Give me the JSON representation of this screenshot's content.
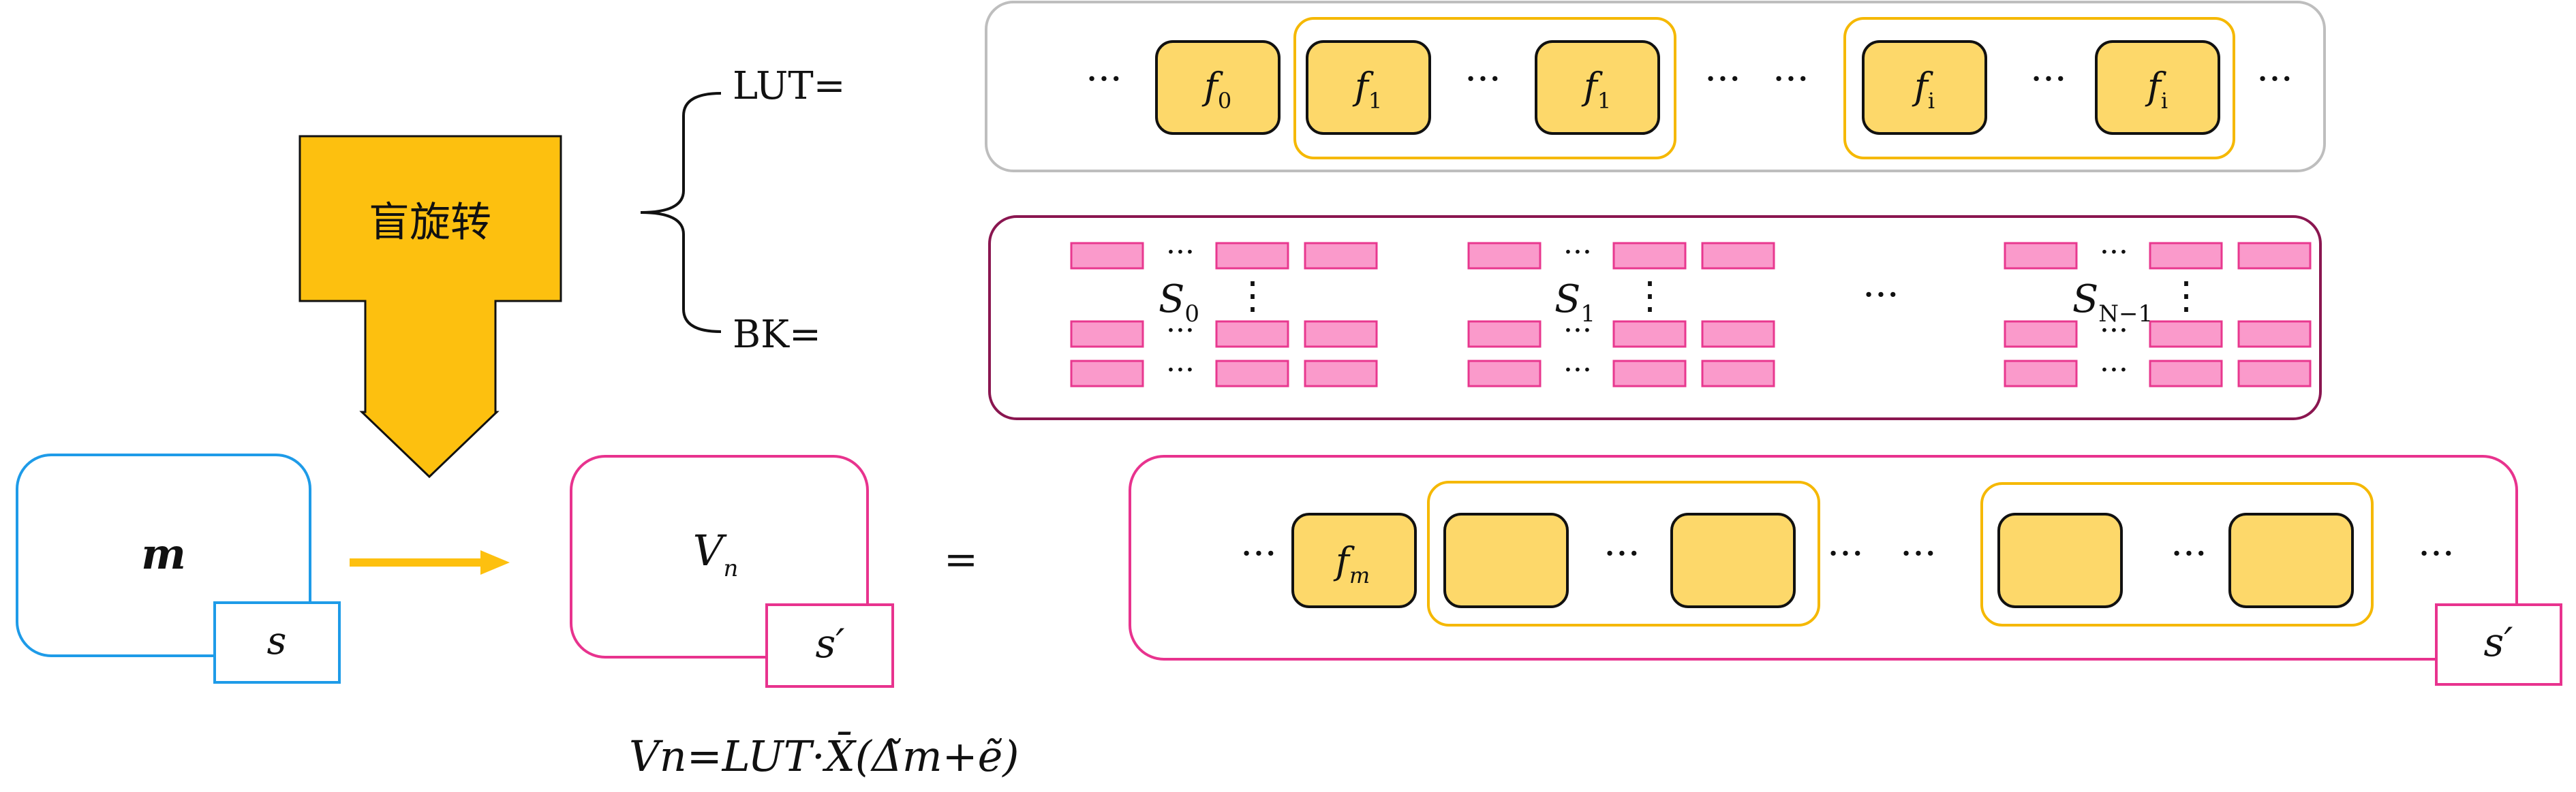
{
  "rotation_label": "盲旋转",
  "lut_label": "LUT=",
  "bk_label": "BK=",
  "ellipsis": "···",
  "vdots": "⋮",
  "equals": "=",
  "lut_functions": [
    "f",
    "f",
    "f",
    "f",
    "f"
  ],
  "lut_subscripts": [
    "0",
    "1",
    "1",
    "i",
    "i"
  ],
  "bk_secret_keys": [
    "S",
    "S",
    "S"
  ],
  "bk_subscripts": [
    "0",
    "1",
    "N−1"
  ],
  "message": {
    "label": "m",
    "key": "s"
  },
  "rotated": {
    "label": "V",
    "subscript": "n",
    "key": "s′"
  },
  "result": {
    "first_function": "f",
    "first_subscript": "m",
    "key": "s′"
  },
  "formula": "Vn=LUT·X̄(Δ̃m+ẽ)",
  "colors": {
    "rotation_arrow": "#FDC00F",
    "function_box": "#FDD86A",
    "group_outline": "#F5B800",
    "bk_cell_fill": "#FA9ACB",
    "bk_cell_stroke": "#E8388F",
    "lut_outline": "#BEBEBE",
    "bk_outline": "#8A1650",
    "message_outline": "#1E9BE8",
    "rotated_outline": "#E8338E"
  }
}
